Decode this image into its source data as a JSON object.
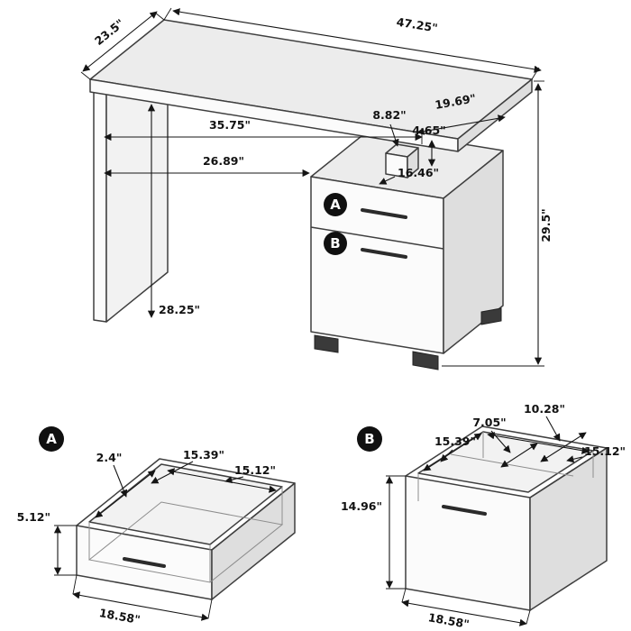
{
  "diagram": {
    "type": "furniture-dimension-diagram",
    "subject": "2-drawer writing desk with drawer detail views",
    "colors": {
      "line": "#3f3f3f",
      "dimension": "#151515",
      "marker_fill": "#101010",
      "marker_text": "#ffffff",
      "background": "#ffffff"
    }
  },
  "main_view": {
    "marker_a": "A",
    "marker_b": "B",
    "dims": {
      "width": "47.25\"",
      "depth": "23.5\"",
      "upper_clearance_width": "35.75\"",
      "knee_width": "26.89\"",
      "knee_height": "28.25\"",
      "overall_height": "29.5\"",
      "top_overhang": "19.69\"",
      "support_width": "8.82\"",
      "support_gap": "4.65\"",
      "pedestal_top": "16.46\""
    }
  },
  "drawer_a_view": {
    "marker": "A",
    "dims": {
      "front_height": "5.12\"",
      "outer_width": "18.58\"",
      "wall_thickness": "2.4\"",
      "interior_depth": "15.39\"",
      "interior_width": "15.12\""
    }
  },
  "drawer_b_view": {
    "marker": "B",
    "dims": {
      "front_height": "14.96\"",
      "outer_width": "18.58\"",
      "interior_depth": "15.39\"",
      "front_section_depth": "7.05\"",
      "back_section_depth": "10.28\"",
      "interior_width": "15.12\""
    }
  }
}
